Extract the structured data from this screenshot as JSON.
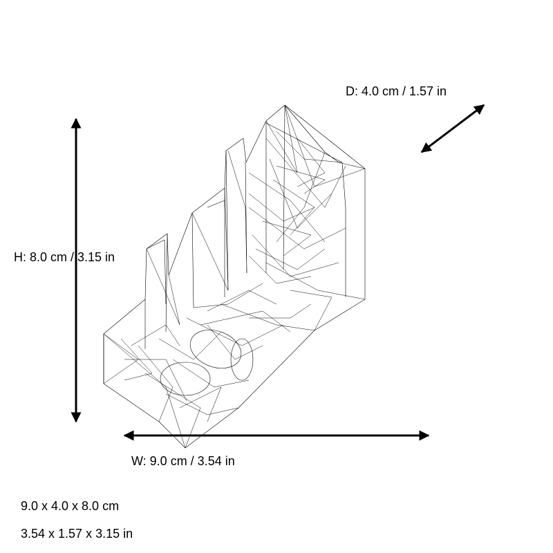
{
  "dimensions": {
    "height_label": "H: 8.0 cm / 3.15 in",
    "width_label": "W: 9.0 cm / 3.54 in",
    "depth_label": "D: 4.0 cm / 1.57 in"
  },
  "summary": {
    "cm": "9.0 x 4.0 x 8.0 cm",
    "in": "3.54 x 1.57 x 3.15 in"
  },
  "colors": {
    "line": "#000000",
    "background": "#ffffff"
  },
  "icons": [
    "double-arrow-icon"
  ]
}
